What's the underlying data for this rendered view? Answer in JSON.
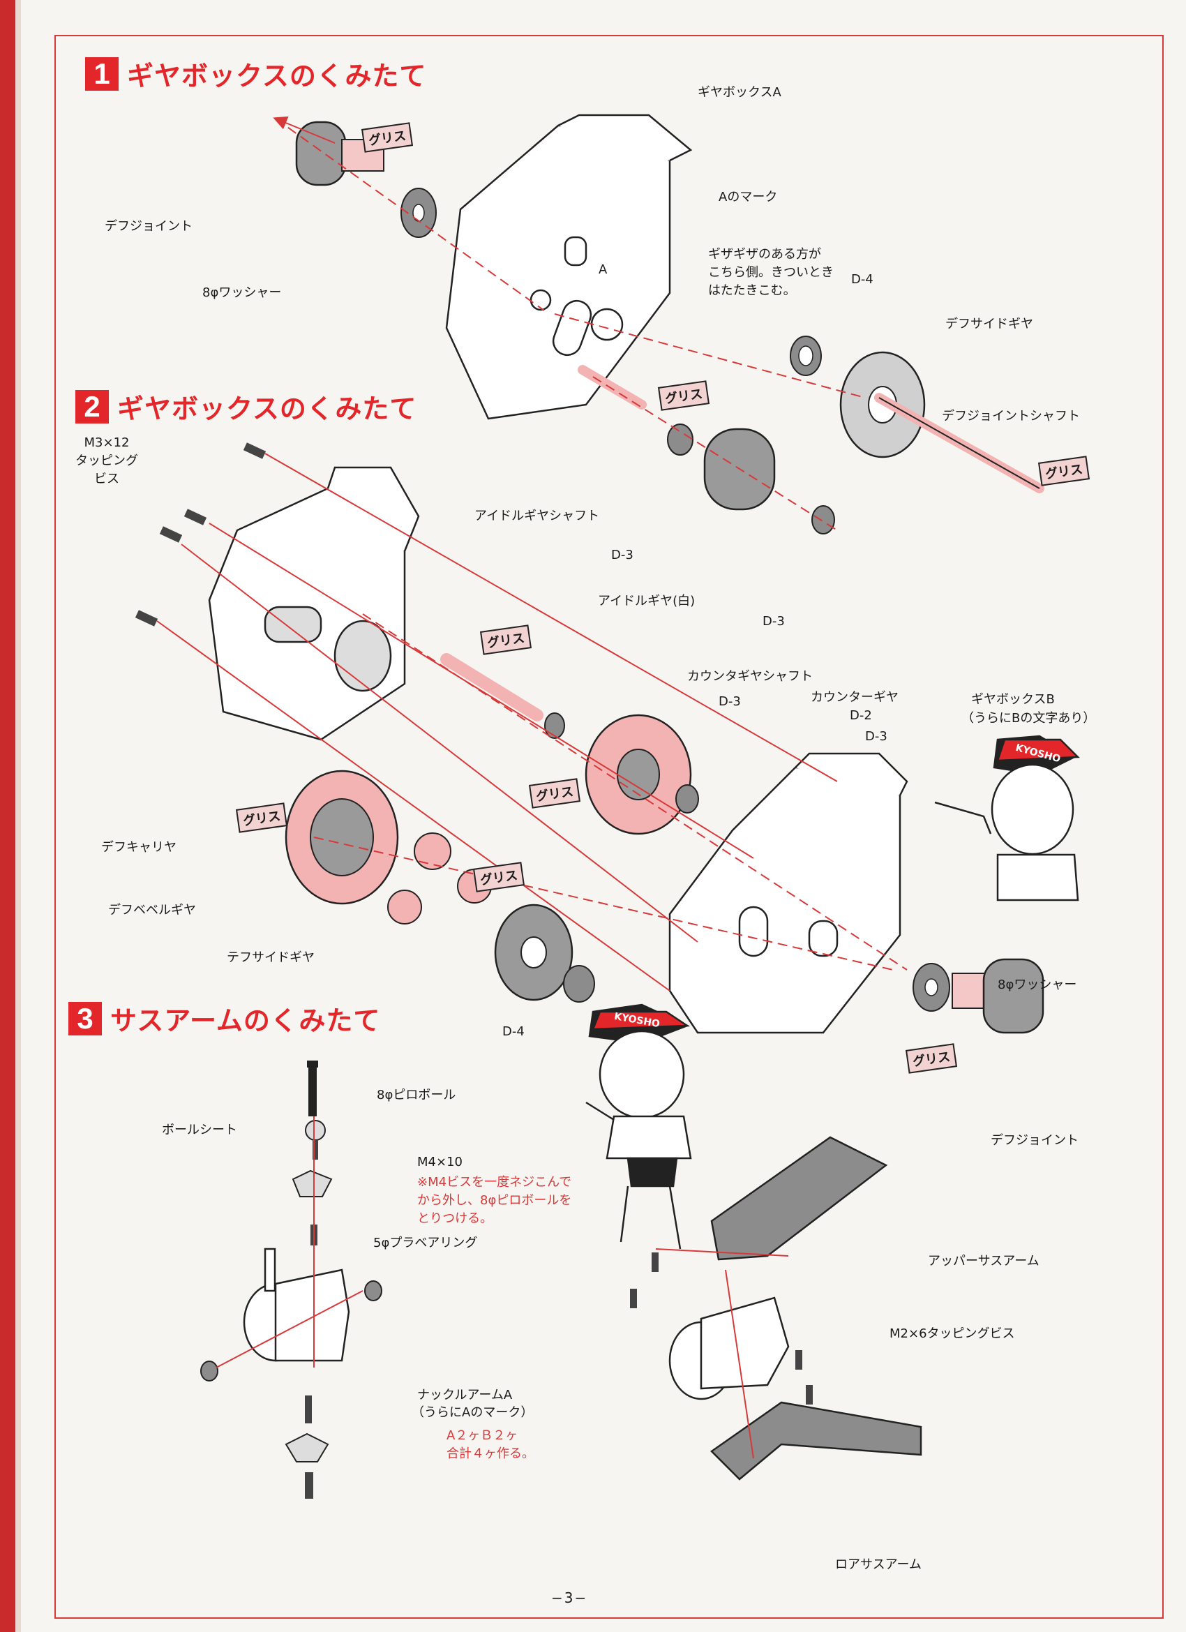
{
  "sections": [
    {
      "number": "1",
      "title": "ギヤボックスのくみたて"
    },
    {
      "number": "2",
      "title": "ギヤボックスのくみたて"
    },
    {
      "number": "3",
      "title": "サスアームのくみたて"
    }
  ],
  "labels": {
    "gearbox_a": "ギヤボックスA",
    "a_mark": "Aのマーク",
    "diff_joint_1": "デフジョイント",
    "washer_8": "8φワッシャー",
    "knurl_note": "ギザギザのある方が\nこちら側。きついとき\nはたたきこむ。",
    "d4_top": "D-4",
    "diff_side_gear": "デフサイドギヤ",
    "diff_joint_shaft": "デフジョイントシャフト",
    "idler_shaft": "アイドルギヤシャフト",
    "d3_a": "D-3",
    "idler_gear": "アイドルギヤ(白)",
    "d3_b": "D-3",
    "screw_m3": "M3×12\nタッピング\nビス",
    "counter_shaft": "カウンタギヤシャフト",
    "d3_c": "D-3",
    "counter_gear": "カウンターギヤ",
    "d2": "D-2",
    "d3_d": "D-3",
    "gearbox_b": "ギヤボックスB",
    "gearbox_b_note": "（うらにBの文字あり）",
    "diff_carrier": "デフキャリヤ",
    "diff_bevel": "デフベベルギヤ",
    "tef_side_gear": "テフサイドギヤ",
    "d4_bottom": "D-4",
    "washer_8_b": "8φワッシャー",
    "diff_joint_2": "デフジョイント",
    "pillow_ball": "8φピロボール",
    "ball_seat": "ボールシート",
    "m4x10": "M4×10",
    "m4_note": "※M4ビスを一度ネジこんで\nから外し、8φピロボールを\nとりつける。",
    "bearing_5": "5φプラベアリング",
    "upper_arm": "アッパーサスアーム",
    "m2x6": "M2×6タッピングビス",
    "knuckle": "ナックルアームA",
    "knuckle_note": "（うらにAのマーク）",
    "make_count": "A２ヶＢ２ヶ\n合計４ヶ作る。",
    "lower_arm": "ロアサスアーム",
    "grease": "グリス",
    "brand": "KYOSHO",
    "a_letter": "A"
  },
  "page_number": "−3−",
  "colors": {
    "accent": "#e3262a",
    "line": "#d7393a",
    "part": "#8c8c8c"
  }
}
